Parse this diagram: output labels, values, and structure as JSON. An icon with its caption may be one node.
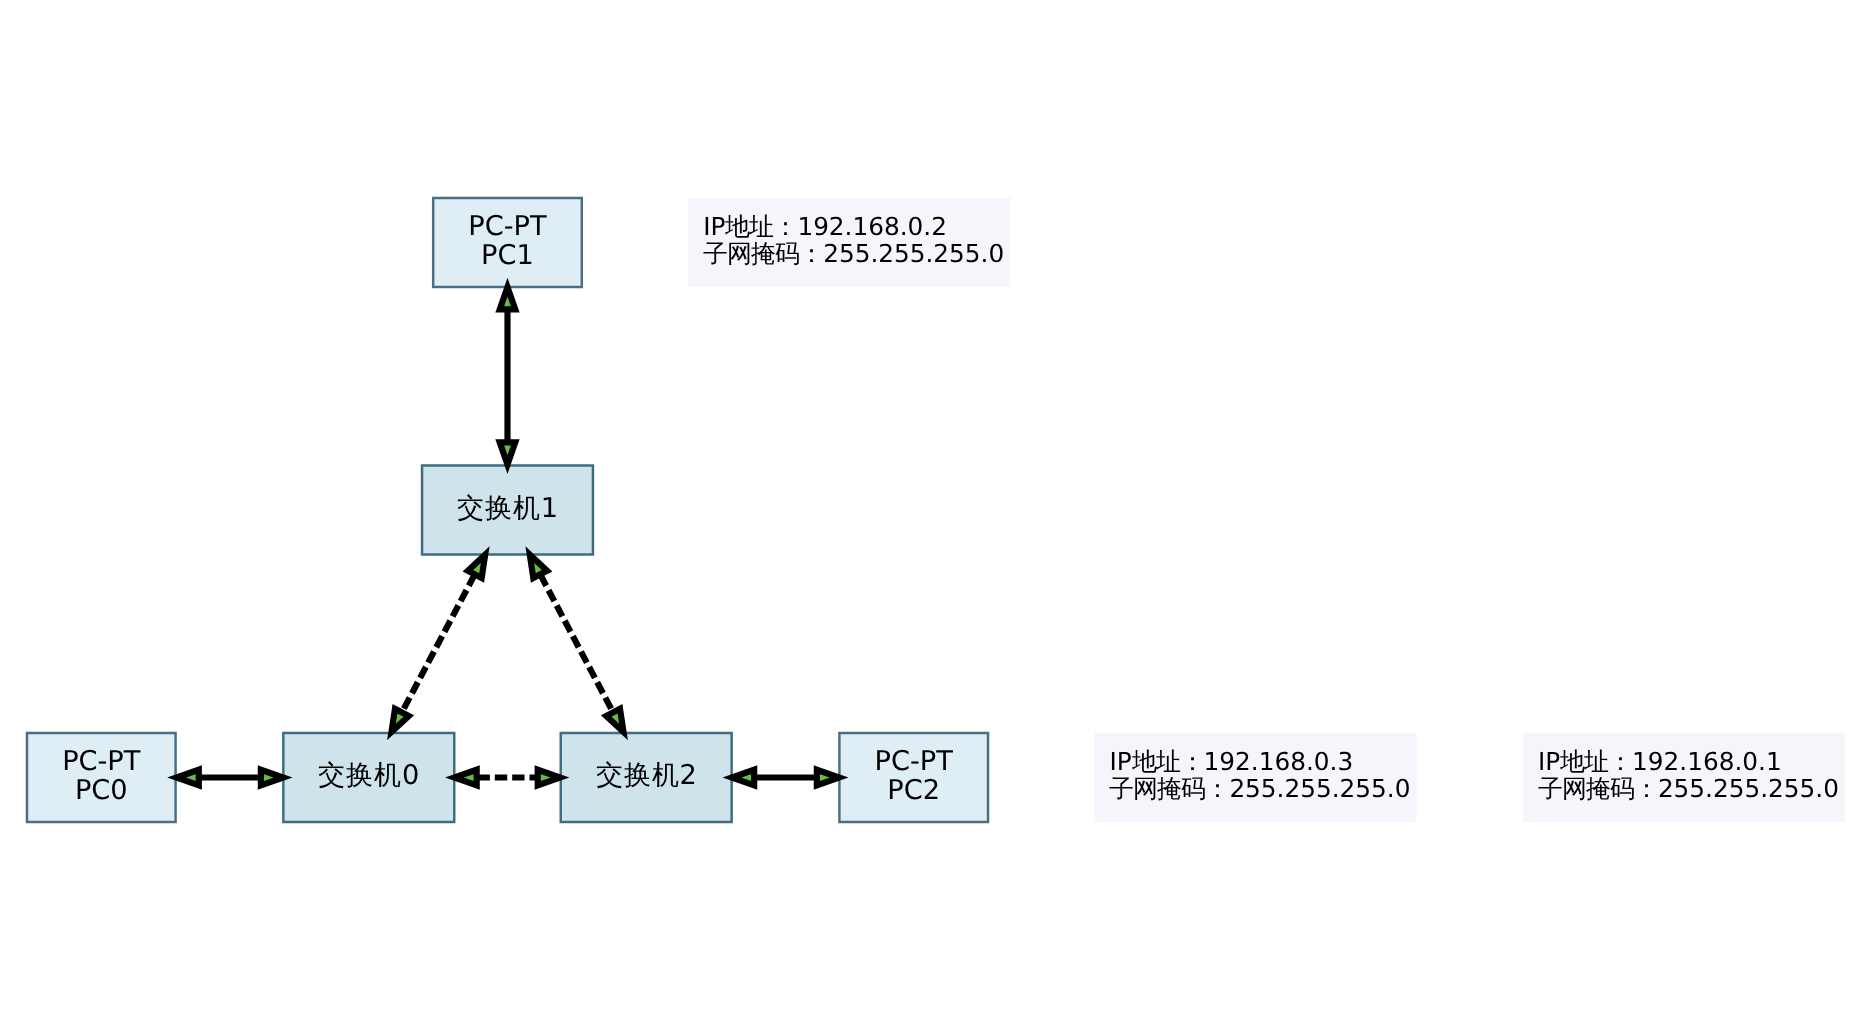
{
  "diagram": {
    "nodes": [
      {
        "text": [
          "PC-PT",
          "PC1"
        ],
        "beside": [
          "IP地址：192.168.0.2",
          "子网掩码：255.255.255.0"
        ]
      },
      {
        "text": [
          "交换机1"
        ]
      },
      {
        "text": [
          "PC-PT",
          "PC0"
        ],
        "beside": [
          "IP地址：192.168.0.1",
          "子网掩码：255.255.255.0"
        ]
      },
      {
        "text": [
          "交换机0"
        ]
      },
      {
        "text": [
          "交换机2"
        ]
      },
      {
        "text": [
          "PC-PT",
          "PC2"
        ],
        "beside": [
          "IP地址：192.168.0.3",
          "子网掩码：255.255.255.0"
        ]
      }
    ],
    "edges": [
      {
        "from": 0,
        "to": 1,
        "arrow": "both"
      },
      {
        "from": 1,
        "to": 3,
        "arrow": "both",
        "style": "dashed"
      },
      {
        "from": 1,
        "to": 4,
        "arrow": "both",
        "style": "dashed"
      },
      {
        "from": 3,
        "to": 4,
        "arrow": "both",
        "style": "dashed"
      },
      {
        "from": 2,
        "to": 3,
        "arrow": "both"
      },
      {
        "from": 4,
        "to": 5,
        "arrow": "both"
      }
    ]
  }
}
